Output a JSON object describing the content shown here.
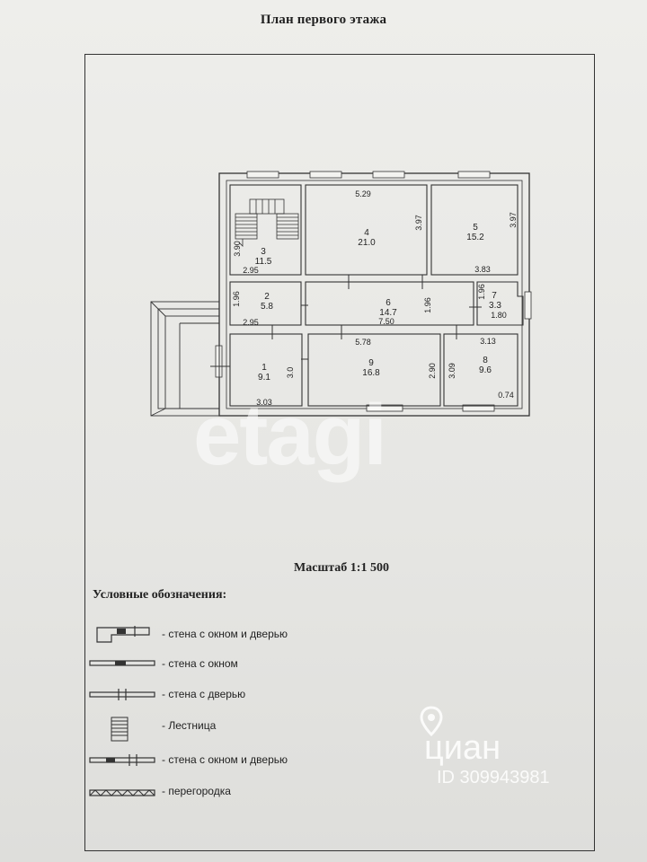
{
  "title": "План первого этажа",
  "rooms": [
    {
      "id": "1",
      "area": "9.1"
    },
    {
      "id": "2",
      "area": "5.8"
    },
    {
      "id": "3",
      "area": "11.5"
    },
    {
      "id": "4",
      "area": "21.0"
    },
    {
      "id": "5",
      "area": "15.2"
    },
    {
      "id": "6",
      "area": "14.7"
    },
    {
      "id": "7",
      "area": "3.3"
    },
    {
      "id": "8",
      "area": "9.6"
    },
    {
      "id": "9",
      "area": "16.8"
    }
  ],
  "dimensions": [
    "5.29",
    "3.97",
    "3.97",
    "3.90",
    "2.95",
    "3.83",
    "1.96",
    "1.96",
    "1.96",
    "2.95",
    "7.50",
    "1.80",
    "5.78",
    "3.13",
    "3.0",
    "2.90",
    "3.09",
    "0.74",
    "3.03"
  ],
  "scale_label": "Масштаб 1:1 500",
  "legend": {
    "title": "Условные обозначения:",
    "items": [
      {
        "symbol": "wall-window-door",
        "label": "- стена с окном и дверью"
      },
      {
        "symbol": "wall-window",
        "label": "- стена с окном"
      },
      {
        "symbol": "wall-door",
        "label": "- стена с дверью"
      },
      {
        "symbol": "stairs",
        "label": "- Лестница"
      },
      {
        "symbol": "wall-window-door-2",
        "label": "- стена с окном и дверью"
      },
      {
        "symbol": "partition",
        "label": "- перегородка"
      }
    ]
  },
  "watermarks": {
    "etagi": "etagi",
    "cian": "циан",
    "cian_id": "ID 309943981"
  }
}
